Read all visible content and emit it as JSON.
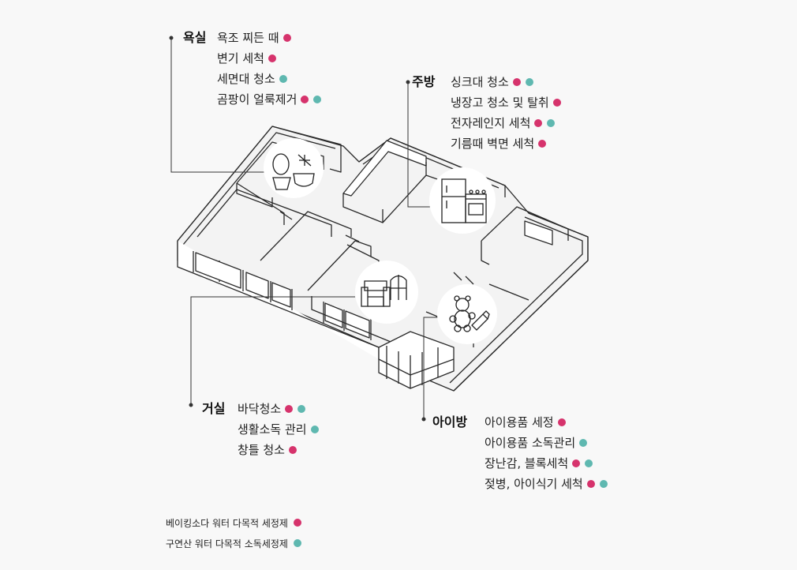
{
  "rooms": {
    "bathroom": {
      "title": "욕실",
      "items": [
        {
          "label": "욕조 찌든 때",
          "dots": [
            "pink"
          ]
        },
        {
          "label": "변기 세척",
          "dots": [
            "pink"
          ]
        },
        {
          "label": "세면대 청소",
          "dots": [
            "teal"
          ]
        },
        {
          "label": "곰팡이 얼룩제거",
          "dots": [
            "pink",
            "teal"
          ]
        }
      ]
    },
    "kitchen": {
      "title": "주방",
      "items": [
        {
          "label": "싱크대 청소",
          "dots": [
            "pink",
            "teal"
          ]
        },
        {
          "label": "냉장고 청소 및 탈취",
          "dots": [
            "pink"
          ]
        },
        {
          "label": "전자레인지 세척",
          "dots": [
            "pink",
            "teal"
          ]
        },
        {
          "label": "기름때 벽면 세척",
          "dots": [
            "pink"
          ]
        }
      ]
    },
    "living": {
      "title": "거실",
      "items": [
        {
          "label": "바닥청소",
          "dots": [
            "pink",
            "teal"
          ]
        },
        {
          "label": "생활소독 관리",
          "dots": [
            "teal"
          ]
        },
        {
          "label": "창틀 청소",
          "dots": [
            "pink"
          ]
        }
      ]
    },
    "kids": {
      "title": "아이방",
      "items": [
        {
          "label": "아이용품 세정",
          "dots": [
            "pink"
          ]
        },
        {
          "label": "아이용품 소독관리",
          "dots": [
            "teal"
          ]
        },
        {
          "label": "장난감, 블록세척",
          "dots": [
            "pink",
            "teal"
          ]
        },
        {
          "label": "젖병, 아이식기 세척",
          "dots": [
            "pink",
            "teal"
          ]
        }
      ]
    }
  },
  "legend": [
    {
      "label": "베이킹소다 워터 다목적 세정제",
      "color": "pink"
    },
    {
      "label": "구연산 워터 다목적 소독세정제",
      "color": "teal"
    }
  ],
  "colors": {
    "pink": "#d6336c",
    "teal": "#5fb8b0",
    "line": "#2a2a2a",
    "wall": "#ffffff",
    "floor": "#f0f0f0"
  },
  "icons": [
    "toilet-bath-icon",
    "fridge-stove-icon",
    "sofa-window-icon",
    "teddy-bear-bottle-icon"
  ]
}
